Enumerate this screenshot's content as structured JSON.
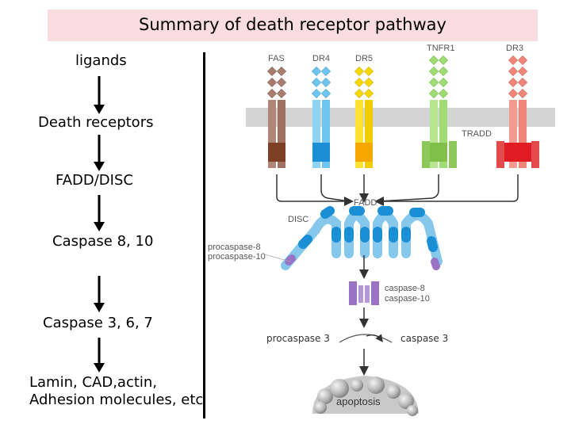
{
  "title": "Summary of death receptor pathway",
  "flow_steps": [
    "ligands",
    "Death receptors",
    "FADD/DISC",
    "Caspase 8, 10",
    "Caspase 3, 6, 7",
    "Lamin, CAD,actin,",
    "Adhesion molecules, etc"
  ],
  "receptors": [
    "FAS",
    "DR4",
    "DR5",
    "TNFR1",
    "DR3"
  ],
  "labels": {
    "tradd": "TRADD",
    "fadd": "FADD",
    "disc": "DISC",
    "procaspase_8": "procaspase-8",
    "procaspase_10": "procaspase-10",
    "caspase_8": "caspase-8",
    "caspase_10": "caspase-10",
    "procaspase_3": "procaspase 3",
    "caspase_3": "caspase 3",
    "apoptosis": "apoptosis"
  },
  "colors": {
    "title_bg": "#f9dde3",
    "fas": "#a97c6e",
    "dr4": "#6ec5ee",
    "dr5": "#f5d800",
    "tnfr1": "#9fdc72",
    "dr3": "#f0867a",
    "caspase": "#9b73c4"
  }
}
